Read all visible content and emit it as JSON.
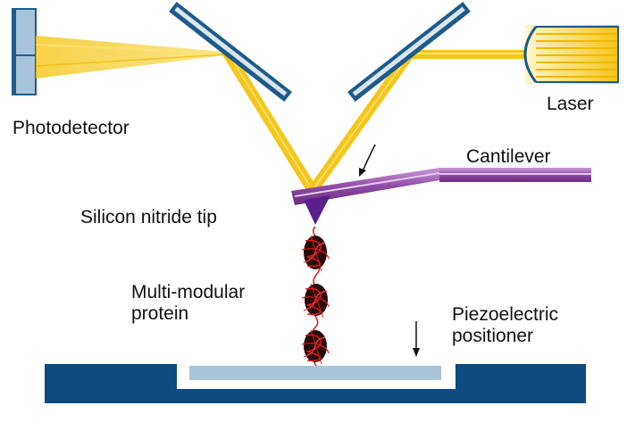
{
  "labels": {
    "photodetector": "Photodetector",
    "laser": "Laser",
    "cantilever": "Cantilever",
    "tip": "Silicon nitride tip",
    "protein_line1": "Multi-modular",
    "protein_line2": "protein",
    "piezo_line1": "Piezoelectric",
    "piezo_line2": "positioner"
  },
  "colors": {
    "beam": "#f5c518",
    "mirror_frame": "#1e5b8a",
    "mirror_face": "#d9e6ef",
    "photodetector": "#a9c4d8",
    "cantilever": "#8e4aa3",
    "tip": "#5b1f8c",
    "stage": "#0f4a80",
    "sample": "#a9c4d8",
    "protein_outline": "#d81b1b",
    "protein_fill": "#2a0a0a"
  }
}
